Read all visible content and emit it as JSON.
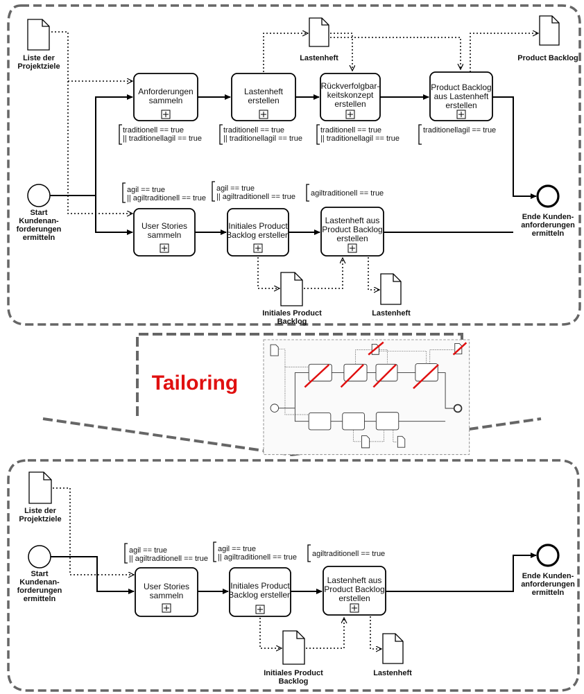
{
  "top": {
    "start_label": [
      "Start",
      "Kundenan-",
      "forderungen",
      "ermitteln"
    ],
    "end_label": [
      "Ende Kunden-",
      "anforderungen",
      "ermitteln"
    ],
    "docs": {
      "projektziele": [
        "Liste der",
        "Projektziele"
      ],
      "lastenheft_top": [
        "Lastenheft"
      ],
      "product_backlog": [
        "Product Backlog"
      ],
      "initiales_pb": [
        "Initiales Product",
        "Backlog"
      ],
      "lastenheft_bottom": [
        "Lastenheft"
      ]
    },
    "tasks": {
      "anforderungen": [
        "Anforderungen",
        "sammeln"
      ],
      "lastenheft": [
        "Lastenheft",
        "erstellen"
      ],
      "rueckverfolg": [
        "Rückverfolgbar-",
        "keitskonzept",
        "erstellen"
      ],
      "pb_aus_lh": [
        "Product Backlog",
        "aus Lastenheft",
        "erstellen"
      ],
      "user_stories": [
        "User Stories",
        "sammeln"
      ],
      "initiales_pb": [
        "Initiales Product",
        "Backlog erstellen"
      ],
      "lh_aus_pb": [
        "Lastenheft aus",
        "Product Backlog",
        "erstellen"
      ]
    },
    "conditions": {
      "c1": [
        "traditionell == true",
        "|| traditionellagil == true"
      ],
      "c2": [
        "traditionell == true",
        "|| traditionellagil == true"
      ],
      "c3": [
        "traditionell == true",
        "|| traditionellagil == true"
      ],
      "c4": [
        "traditionellagil == true"
      ],
      "a1": [
        "agil == true",
        "|| agiltraditionell == true"
      ],
      "a2": [
        "agil == true",
        "|| agiltraditionell == true"
      ],
      "a3": [
        "agiltraditionell == true"
      ]
    }
  },
  "tailoring_label": "Tailoring",
  "bottom": {
    "start_label": [
      "Start",
      "Kundenan-",
      "forderungen",
      "ermitteln"
    ],
    "end_label": [
      "Ende Kunden-",
      "anforderungen",
      "ermitteln"
    ],
    "docs": {
      "projektziele": [
        "Liste der",
        "Projektziele"
      ],
      "initiales_pb": [
        "Initiales Product",
        "Backlog"
      ],
      "lastenheft": [
        "Lastenheft"
      ]
    },
    "tasks": {
      "user_stories": [
        "User Stories",
        "sammeln"
      ],
      "initiales_pb": [
        "Initiales Product",
        "Backlog erstellen"
      ],
      "lh_aus_pb": [
        "Lastenheft aus",
        "Product Backlog",
        "erstellen"
      ]
    },
    "conditions": {
      "a1": [
        "agil == true",
        "|| agiltraditionell == true"
      ],
      "a2": [
        "agil == true",
        "|| agiltraditionell == true"
      ],
      "a3": [
        "agiltraditionell == true"
      ]
    }
  },
  "colors": {
    "frame": "#666666",
    "line": "#000000",
    "tailoring": "#e01010",
    "strike": "#e01010"
  }
}
